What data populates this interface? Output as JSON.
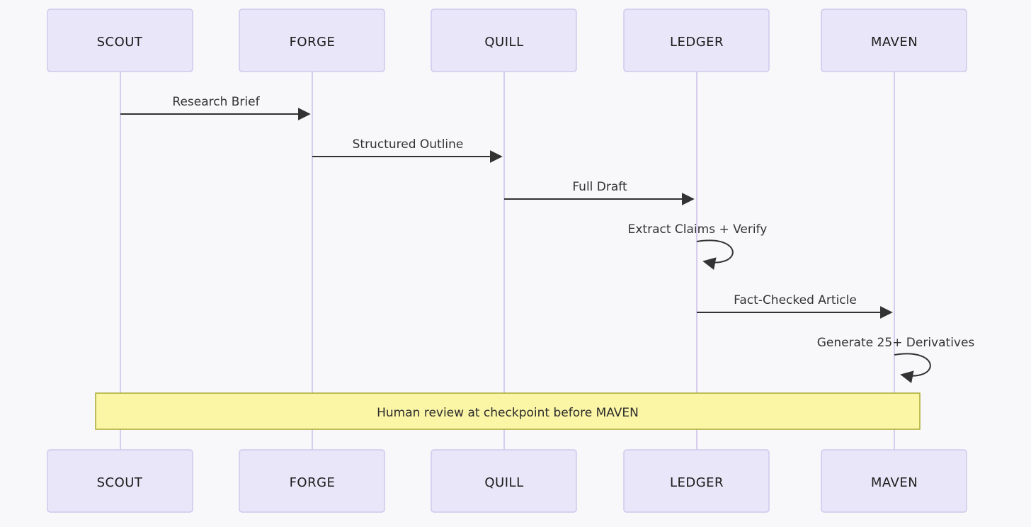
{
  "diagram": {
    "type": "sequence-diagram",
    "actors": [
      {
        "name": "SCOUT"
      },
      {
        "name": "FORGE"
      },
      {
        "name": "QUILL"
      },
      {
        "name": "LEDGER"
      },
      {
        "name": "MAVEN"
      }
    ],
    "messages": [
      {
        "from": "SCOUT",
        "to": "FORGE",
        "label": "Research Brief",
        "type": "solid-arrow"
      },
      {
        "from": "FORGE",
        "to": "QUILL",
        "label": "Structured Outline",
        "type": "solid-arrow"
      },
      {
        "from": "QUILL",
        "to": "LEDGER",
        "label": "Full Draft",
        "type": "solid-arrow"
      },
      {
        "from": "LEDGER",
        "to": "LEDGER",
        "label": "Extract Claims + Verify",
        "type": "self-loop"
      },
      {
        "from": "LEDGER",
        "to": "MAVEN",
        "label": "Fact-Checked Article",
        "type": "solid-arrow"
      },
      {
        "from": "MAVEN",
        "to": "MAVEN",
        "label": "Generate 25+ Derivatives",
        "type": "self-loop"
      }
    ],
    "note": {
      "label": "Human review at checkpoint before MAVEN",
      "span": "SCOUT to MAVEN"
    },
    "colors": {
      "background": "#F8F8FB",
      "actor_fill": "#E8E6F8",
      "actor_border": "#CFC8EC",
      "lifeline": "#D5CCEE",
      "arrow": "#333333",
      "message_text": "#333333",
      "note_fill": "#FBF5A6",
      "note_border": "#AAAA33"
    }
  }
}
